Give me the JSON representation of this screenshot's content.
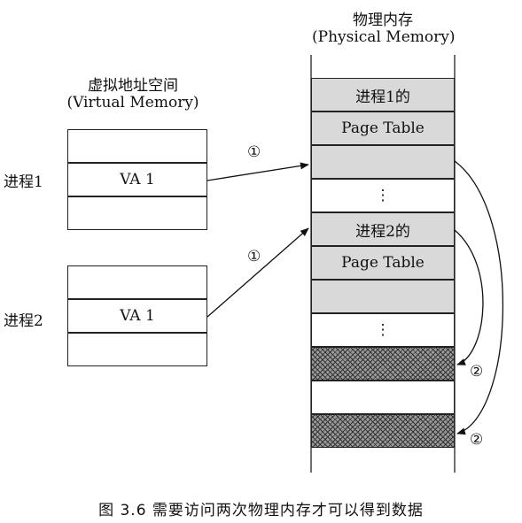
{
  "physical": {
    "title_cn": "物理内存",
    "title_en": "(Physical Memory)",
    "cells": {
      "p1_line1": "进程1的",
      "p1_line2": "Page Table",
      "dots1": "⋮",
      "p2_line1": "进程2的",
      "p2_line2": "Page Table",
      "dots2": "⋮"
    }
  },
  "virtual": {
    "title_cn": "虚拟地址空间",
    "title_en": "(Virtual Memory)",
    "process1": {
      "label": "进程1",
      "va": "VA 1"
    },
    "process2": {
      "label": "进程2",
      "va": "VA 1"
    }
  },
  "arrows": {
    "step1_a": "①",
    "step1_b": "①",
    "step2_a": "②",
    "step2_b": "②"
  },
  "caption": "图 3.6  需要访问两次物理内存才可以得到数据"
}
